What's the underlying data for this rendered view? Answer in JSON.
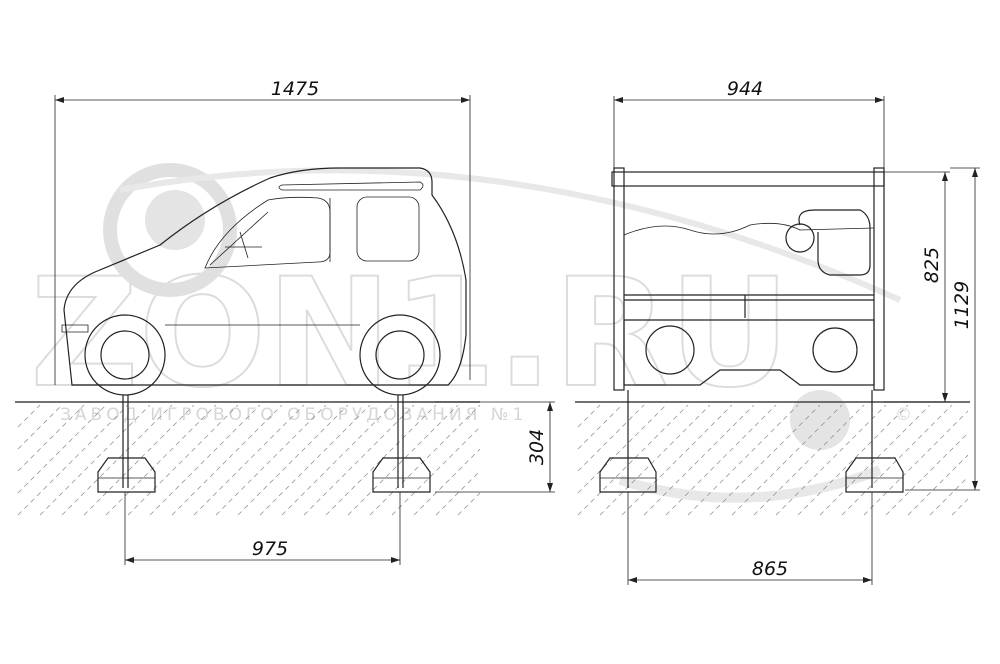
{
  "dimensions": {
    "side_length": "1475",
    "side_post_spacing": "975",
    "side_depth": "304",
    "front_width": "944",
    "front_post_spacing": "865",
    "front_height_panel": "825",
    "front_height_total": "1129"
  },
  "watermark": {
    "brand": "ZON1.RU",
    "tagline": "ЗАВОД ИГРОВОГО ОБОРУДОВАНИЯ №1",
    "copyright": "©"
  }
}
